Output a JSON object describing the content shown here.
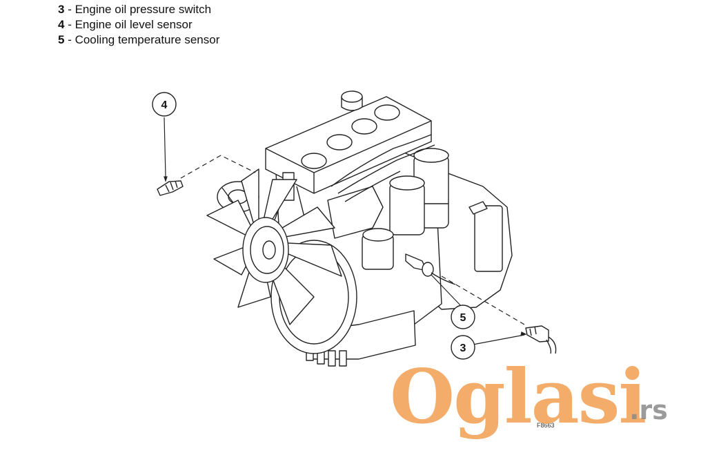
{
  "legend": {
    "items": [
      {
        "num": "3",
        "label": "Engine oil pressure switch"
      },
      {
        "num": "4",
        "label": "Engine oil level sensor"
      },
      {
        "num": "5",
        "label": "Cooling temperature sensor"
      }
    ]
  },
  "diagram": {
    "callouts": [
      {
        "num": "4"
      },
      {
        "num": "5"
      },
      {
        "num": "3"
      }
    ],
    "figure_code": "F8663"
  },
  "watermark": {
    "main": "Oglasi",
    "suffix": ".rs"
  }
}
